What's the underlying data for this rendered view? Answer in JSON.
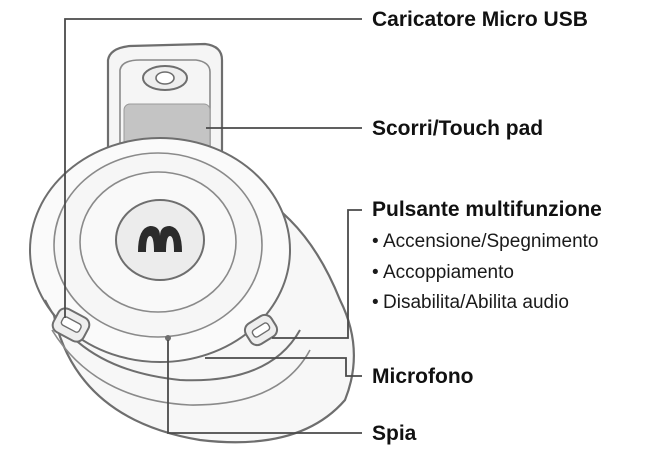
{
  "labels": {
    "micro_usb": "Caricatore Micro USB",
    "touch_pad": "Scorri/Touch pad",
    "multifunction": "Pulsante multifunzione",
    "multifunction_items": [
      "Accensione/Spegnimento",
      "Accoppiamento",
      "Disabilita/Abilita audio"
    ],
    "microphone": "Microfono",
    "indicator": "Spia"
  },
  "bullet_glyph": "•",
  "colors": {
    "line": "#4a4a4a",
    "outline": "#6e6e6e",
    "touch_pad_fill": "#c4c4c4",
    "logo_fill": "#2b2b2b",
    "text": "#111111"
  },
  "icons": {
    "logo": "monster-logo-icon"
  }
}
